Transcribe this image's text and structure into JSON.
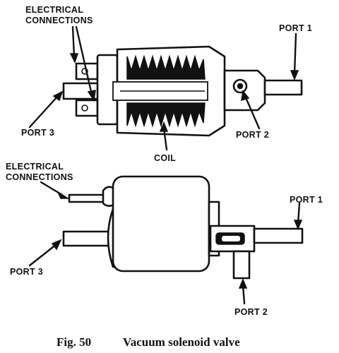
{
  "labels": {
    "top_electrical": [
      "ELECTRICAL",
      "CONNECTIONS"
    ],
    "top_port1": "PORT 1",
    "top_port2": "PORT 2",
    "top_port3": "PORT 3",
    "coil": "COIL",
    "bottom_electrical": [
      "ELECTRICAL",
      "CONNECTIONS"
    ],
    "bottom_port1": "PORT 1",
    "bottom_port2": "PORT 2",
    "bottom_port3": "PORT 3"
  },
  "caption": {
    "fig": "Fig. 50",
    "title": "Vacuum solenoid valve"
  }
}
